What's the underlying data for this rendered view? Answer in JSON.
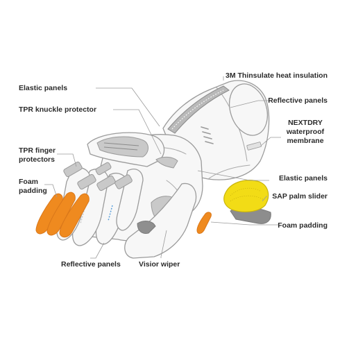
{
  "labels": {
    "elastic_panels_top": "Elastic panels",
    "tpr_knuckle": "TPR knuckle protector",
    "tpr_finger_1": "TPR finger",
    "tpr_finger_2": "protectors",
    "foam_padding_left_1": "Foam",
    "foam_padding_left_2": "padding",
    "reflective_bottom": "Reflective panels",
    "visior_wiper": "Visior wiper",
    "thinsulate": "3M Thinsulate heat insulation",
    "reflective_right": "Reflective panels",
    "nextdry_1": "NEXTDRY",
    "nextdry_2": "waterproof",
    "nextdry_3": "membrane",
    "elastic_panels_right": "Elastic panels",
    "sap_palm": "SAP palm slider",
    "foam_padding_right": "Foam padding"
  },
  "colors": {
    "foam": "#ef8a1f",
    "sap_slider": "#f2dc16",
    "outline": "#9b9b9b",
    "text": "#2b2b2b"
  }
}
